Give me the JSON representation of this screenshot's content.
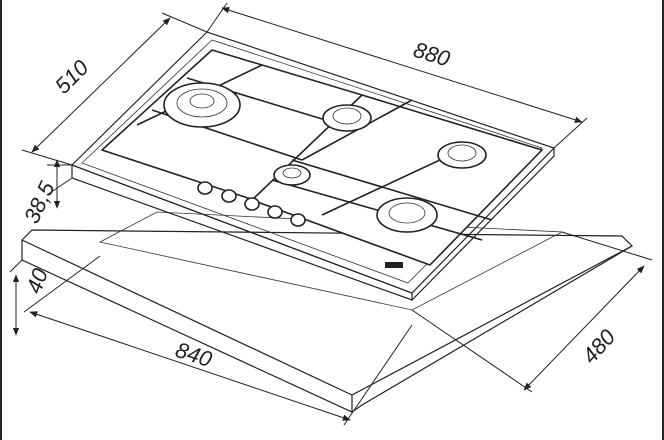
{
  "dimensions": {
    "width_top": "880",
    "depth_top": "510",
    "height_hob": "38,5",
    "cutout_depth_height": "40",
    "cutout_width": "840",
    "cutout_depth": "480"
  },
  "icons": {
    "burner": "gas-burner-icon",
    "knob": "control-knob-icon"
  }
}
